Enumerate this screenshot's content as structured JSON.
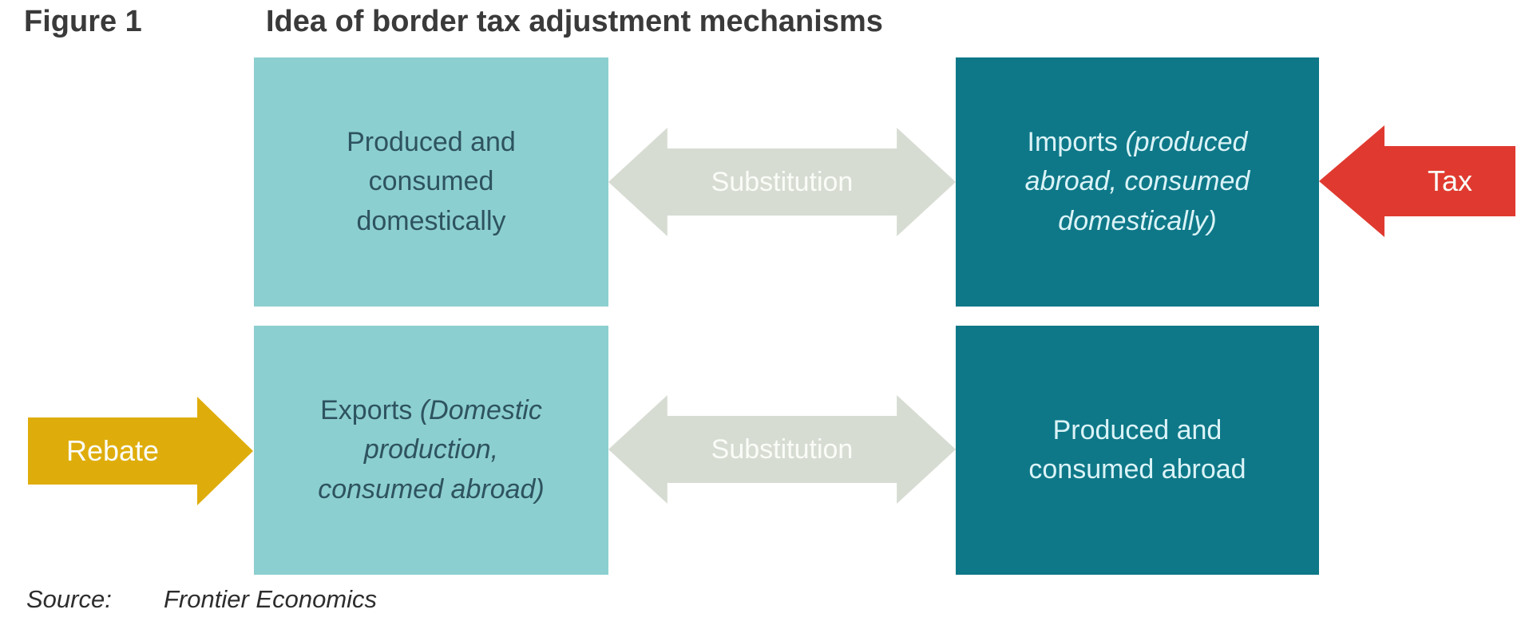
{
  "figure": {
    "label": "Figure 1",
    "title": "Idea of border tax adjustment mechanisms"
  },
  "boxes": {
    "top_left": {
      "text": "Produced and consumed domestically"
    },
    "top_right": {
      "normal": "Imports",
      "italic": "(produced abroad, consumed domestically)"
    },
    "bottom_left": {
      "normal": "Exports",
      "italic": "(Domestic production, consumed abroad)"
    },
    "bottom_right": {
      "text": "Produced and consumed abroad"
    }
  },
  "arrows": {
    "substitution_top": {
      "label": "Substitution"
    },
    "substitution_bottom": {
      "label": "Substitution"
    },
    "tax": {
      "label": "Tax"
    },
    "rebate": {
      "label": "Rebate"
    }
  },
  "source": {
    "label": "Source:",
    "value": "Frontier Economics"
  },
  "colors": {
    "light_teal": "#8CCFD0",
    "dark_teal": "#0E7888",
    "red": "#E03A30",
    "gold": "#DFAD0B",
    "arrow_gray": "#D7DCD3",
    "title_text": "#3A3A3A",
    "light_box_text": "#2E5360",
    "dark_box_text": "#DBF3F7",
    "arrow_label": "#FAFCF7",
    "source_text": "#2D2D2D"
  }
}
